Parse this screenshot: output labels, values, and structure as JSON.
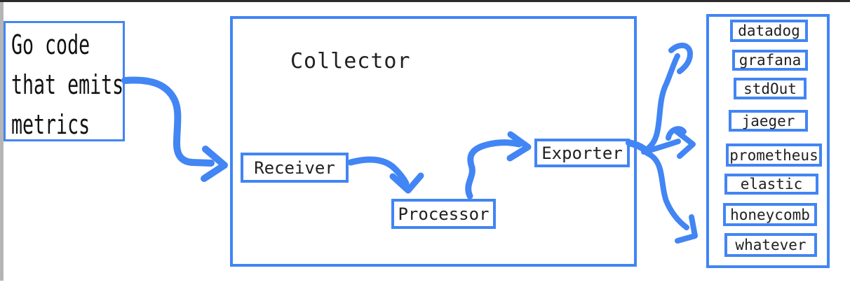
{
  "colors": {
    "accent": "#4285f4",
    "ink": "#212121",
    "top_border": "#2b2b2b",
    "gutter": "#b5b5b5"
  },
  "source": {
    "lines": [
      "Go code",
      "that emits",
      "metrics"
    ]
  },
  "collector": {
    "title": "Collector",
    "receiver": "Receiver",
    "processor": "Processor",
    "exporter": "Exporter"
  },
  "destinations": [
    "datadog",
    "grafana",
    "stdOut",
    "jaeger",
    "prometheus",
    "elastic",
    "honeycomb",
    "whatever"
  ]
}
